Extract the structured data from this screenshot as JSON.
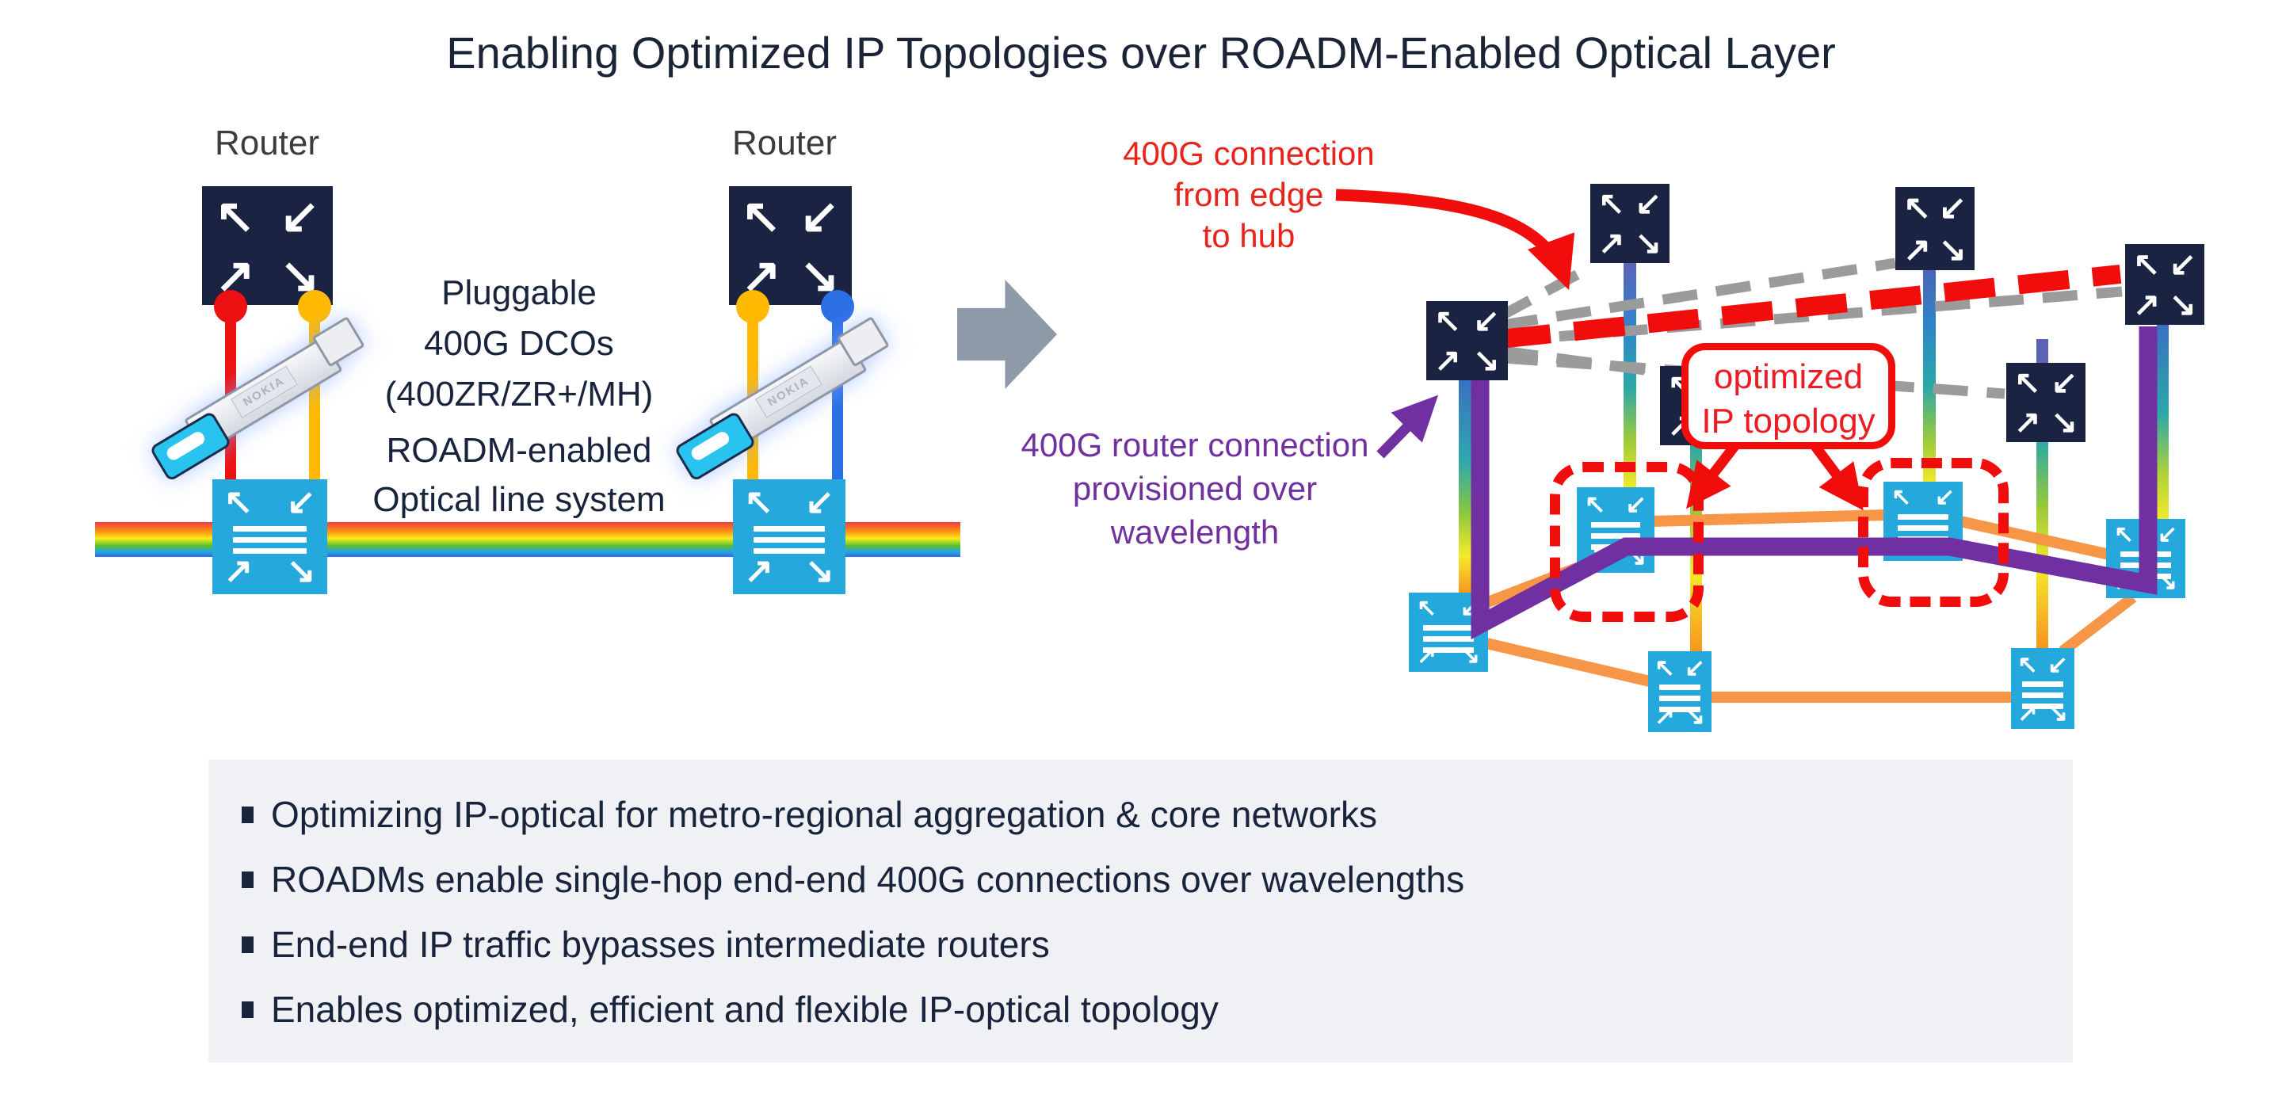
{
  "title": "Enabling Optimized IP Topologies over ROADM-Enabled Optical Layer",
  "left_panel": {
    "router1_label": "Router",
    "router2_label": "Router",
    "pluggable_caption": [
      "Pluggable",
      "400G DCOs",
      "(400ZR/ZR+/MH)"
    ],
    "ols_caption": [
      "ROADM-enabled",
      "Optical line system"
    ],
    "transceiver_brand": "NOKIA"
  },
  "annotations": {
    "edge_to_hub": [
      "400G connection",
      "from edge",
      "to hub"
    ],
    "provisioned": [
      "400G router connection",
      "provisioned over",
      "wavelength"
    ],
    "optimized": [
      "optimized",
      "IP topology"
    ]
  },
  "bullets": [
    "Optimizing IP-optical for metro-regional aggregation & core networks",
    "ROADMs enable single-hop end-end 400G connections over wavelengths",
    "End-end IP traffic bypasses intermediate routers",
    "Enables optimized, efficient and flexible IP-optical topology"
  ],
  "icons": {
    "router_arrows": [
      "↖",
      "↙",
      "↗",
      "↘"
    ],
    "block_arrow": "right-block-arrow"
  },
  "colors": {
    "navy": "#1a2342",
    "cyan": "#25a9dd",
    "red_line": "#ee1111",
    "red_dashed": "#f20d0d",
    "red_text": "#e8251d",
    "purple": "#7130a1",
    "orange": "#f79646",
    "amber": "#ffb900",
    "blue": "#2b6fe3",
    "gray_dash": "#9b9b9b",
    "gray_arrow": "#8f9aa8",
    "text_dark": "#18243c",
    "panel_bg": "#f0f1f4",
    "stub_violet": "#5c63b5"
  }
}
